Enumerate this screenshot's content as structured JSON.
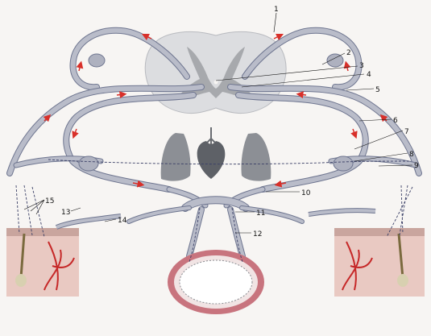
{
  "labels": {
    "l1": "1",
    "l2": "2",
    "l3": "3",
    "l4": "4",
    "l5": "5",
    "l6": "6",
    "l7": "7",
    "l8": "8",
    "l9": "9",
    "l10": "10",
    "l11": "11",
    "l12": "12",
    "l13": "13",
    "l14": "14",
    "l15": "15"
  },
  "colors": {
    "nerve": "#b9bcc9",
    "nerve_edge": "#6f7690",
    "arrow": "#d8302a",
    "gray_matter": "#a7a9ad",
    "cord": "#dcdde0",
    "organ": "#8c8f95",
    "gut_wall": "#c8747e",
    "vessel_red": "#c62828",
    "skin": "#e9c9c2",
    "dash": "#3a3f66"
  }
}
